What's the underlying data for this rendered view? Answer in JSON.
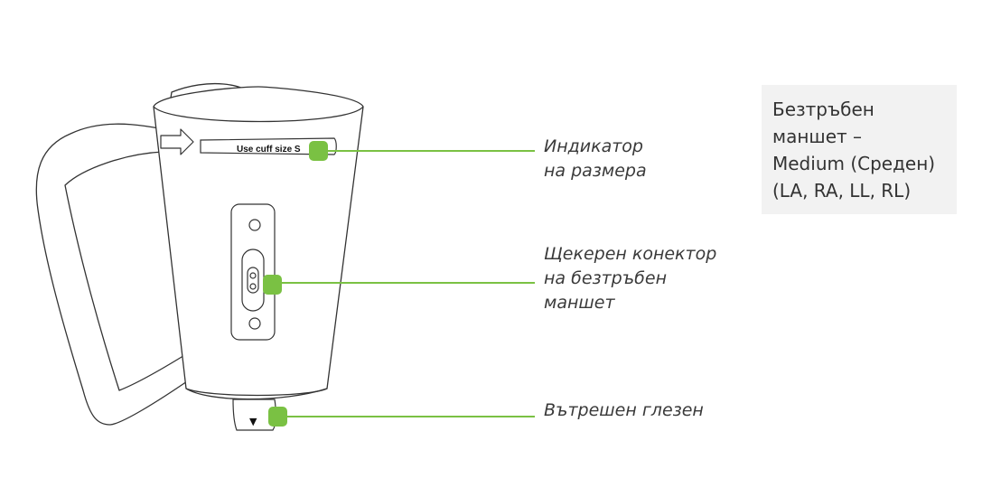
{
  "cuff": {
    "size_strip_text": "Use cuff size S",
    "ankle_marker": "▼"
  },
  "callouts": {
    "size_indicator": "Индикатор\nна размера",
    "connector": "Щекерен конектор\nна безтръбен\nманшет",
    "inner_ankle": "Вътрешен глезен"
  },
  "info_box": {
    "text": "Безтръбен\nманшет –\nMedium (Среден)\n(LA, RA, LL, RL)"
  },
  "colors": {
    "accent_green": "#7ac143",
    "outline": "#333333",
    "info_box_bg": "#f2f2f2"
  }
}
